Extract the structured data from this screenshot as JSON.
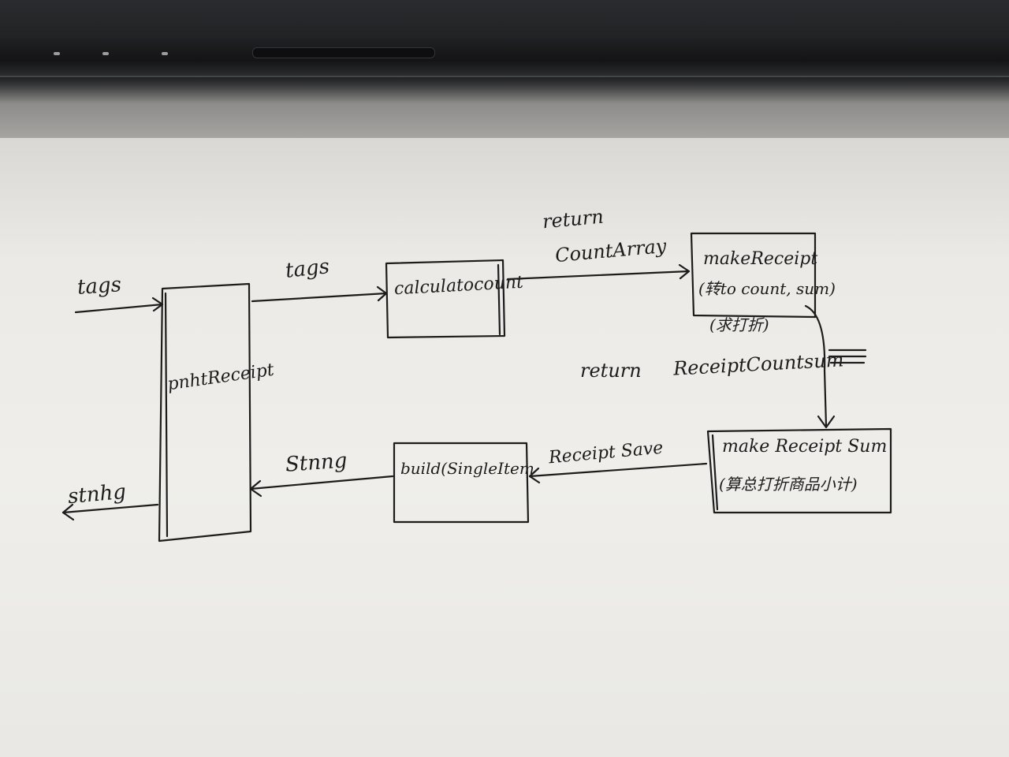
{
  "diagram": {
    "nodes": {
      "print_receipt": "pnhtReceipt",
      "calculate_count": "calculatocount",
      "make_receipt": "makeReceipt",
      "make_receipt_note": "(转to count, sum)",
      "make_receipt_sub": "(求打折)",
      "make_receipt_sum": "make Receipt Sum",
      "make_receipt_sum_note": "(算总打折商品小计)",
      "build_single_item": "build(SingleItem"
    },
    "edges": {
      "tags_in": "tags",
      "tags_to_calculate": "tags",
      "return_label": "return",
      "count_array": "CountArray",
      "return_label_2": "return",
      "receipt_count_sum": "ReceiptCountsum",
      "receipt_save": "Receipt Save",
      "string_to_print": "Stnng",
      "string_out": "stnhg"
    }
  }
}
